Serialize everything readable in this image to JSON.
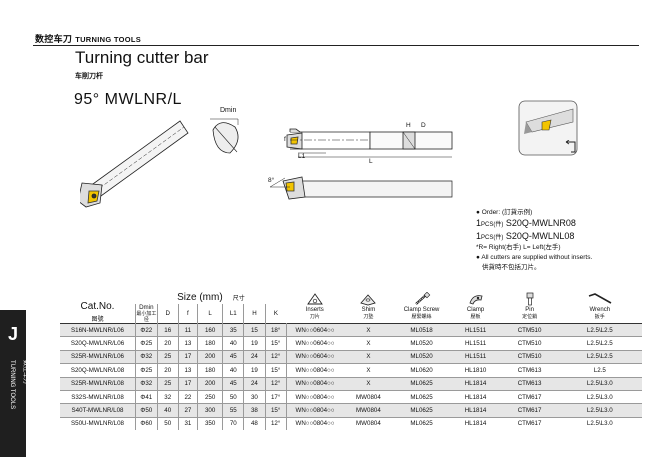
{
  "header": {
    "section_cn": "数控车刀",
    "section_en": "TURNING TOOLS"
  },
  "title": "Turning cutter bar",
  "subtitle_cn": "车削刀杆",
  "model": "95°  MWLNR/L",
  "diagram_labels": {
    "dmin": "Dmin",
    "h": "H",
    "d": "D",
    "f": "f",
    "l1": "L1",
    "l": "L",
    "angle": "8°"
  },
  "order": {
    "label": "Order: (訂貨示例)",
    "line1_qty": "1",
    "line1_unit": "PCS(件)",
    "line1_code": "S20Q-MWLNR08",
    "line2_qty": "1",
    "line2_unit": "PCS(件)",
    "line2_code": "S20Q-MWLNL08",
    "hand_note": "*R= Right(右手)   L= Left(左手)",
    "supply_note_en": "All cutters are supplied without inserts.",
    "supply_note_cn": "供貨時不包括刀片。"
  },
  "sidebar": {
    "letter": "J",
    "en": "TURNING TOOLS",
    "cn": "数控车刀"
  },
  "table": {
    "cat_no": "Cat.No.",
    "cat_no_cn": "图號",
    "size_label": "Size (mm)",
    "size_label_cn": "尺寸",
    "dim_headers": [
      {
        "label": "Dmin",
        "sub": "最小加工径"
      },
      {
        "label": "D"
      },
      {
        "label": "f"
      },
      {
        "label": "L"
      },
      {
        "label": "L1"
      },
      {
        "label": "H"
      },
      {
        "label": "K"
      }
    ],
    "acc_headers": [
      {
        "en": "Inserts",
        "cn": "刀片",
        "icon": "insert-icon"
      },
      {
        "en": "Shim",
        "cn": "刀墊",
        "icon": "shim-icon"
      },
      {
        "en": "Clamp Screw",
        "cn": "壓緊螺絲",
        "icon": "clamp-screw-icon"
      },
      {
        "en": "Clamp",
        "cn": "壓板",
        "icon": "clamp-icon"
      },
      {
        "en": "Pin",
        "cn": "定位銷",
        "icon": "pin-icon"
      },
      {
        "en": "Wrench",
        "cn": "扳手",
        "icon": "wrench-icon"
      }
    ],
    "rows": [
      [
        "S16N-MWLNR/L06",
        "Φ22",
        "16",
        "11",
        "160",
        "35",
        "15",
        "18°",
        "WN○○0604○○",
        "X",
        "ML0518",
        "HL1511",
        "CTM510",
        "L2.5\\L2.5"
      ],
      [
        "S20Q-MWLNR/L06",
        "Φ25",
        "20",
        "13",
        "180",
        "40",
        "19",
        "15°",
        "WN○○0604○○",
        "X",
        "ML0520",
        "HL1511",
        "CTM510",
        "L2.5\\L2.5"
      ],
      [
        "S25R-MWLNR/L06",
        "Φ32",
        "25",
        "17",
        "200",
        "45",
        "24",
        "12°",
        "WN○○0604○○",
        "X",
        "ML0520",
        "HL1511",
        "CTM510",
        "L2.5\\L2.5"
      ],
      [
        "S20Q-MWLNR/L08",
        "Φ25",
        "20",
        "13",
        "180",
        "40",
        "19",
        "15°",
        "WN○○0804○○",
        "X",
        "ML0620",
        "HL1810",
        "CTM613",
        "L2.5"
      ],
      [
        "S25R-MWLNR/L08",
        "Φ32",
        "25",
        "17",
        "200",
        "45",
        "24",
        "12°",
        "WN○○0804○○",
        "X",
        "ML0625",
        "HL1814",
        "CTM613",
        "L2.5\\L3.0"
      ],
      [
        "S32S-MWLNR/L08",
        "Φ41",
        "32",
        "22",
        "250",
        "50",
        "30",
        "17°",
        "WN○○0804○○",
        "MW0804",
        "ML0625",
        "HL1814",
        "CTM617",
        "L2.5\\L3.0"
      ],
      [
        "S40T-MWLNR/L08",
        "Φ50",
        "40",
        "27",
        "300",
        "55",
        "38",
        "15°",
        "WN○○0804○○",
        "MW0804",
        "ML0625",
        "HL1814",
        "CTM617",
        "L2.5\\L3.0"
      ],
      [
        "S50U-MWLNR/L08",
        "Φ60",
        "50",
        "31",
        "350",
        "70",
        "48",
        "12°",
        "WN○○0804○○",
        "MW0804",
        "ML0625",
        "HL1814",
        "CTM617",
        "L2.5\\L3.0"
      ]
    ]
  }
}
